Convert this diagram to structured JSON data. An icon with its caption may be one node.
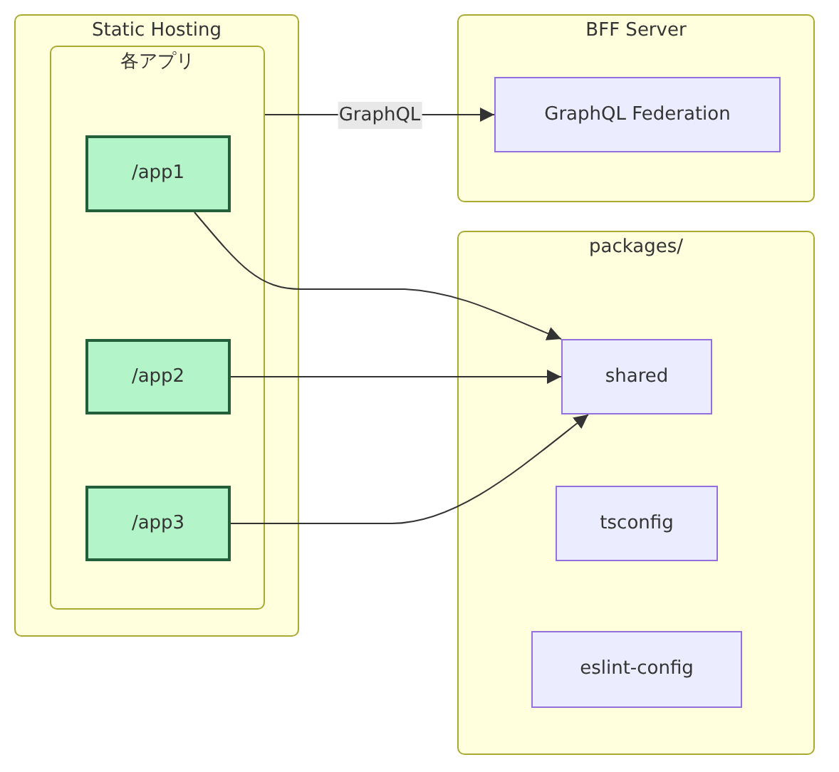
{
  "diagram": {
    "nodes": [
      {
        "text": [
          "Static Hosting"
        ]
      },
      {
        "text": [
          "各アプリ"
        ],
        "in": 0
      },
      {
        "text": [
          "/app1"
        ],
        "in": 1
      },
      {
        "text": [
          "/app2"
        ],
        "in": 1
      },
      {
        "text": [
          "/app3"
        ],
        "in": 1
      },
      {
        "text": [
          "BFF Server"
        ]
      },
      {
        "text": [
          "GraphQL Federation"
        ],
        "in": 5
      },
      {
        "text": [
          "packages/"
        ]
      },
      {
        "text": [
          "shared"
        ],
        "in": 7
      },
      {
        "text": [
          "tsconfig"
        ],
        "in": 7
      },
      {
        "text": [
          "eslint-config"
        ],
        "in": 7
      }
    ],
    "edges": [
      {
        "from": 1,
        "to": 6,
        "arrow": "to",
        "label": "GraphQL"
      },
      {
        "from": 2,
        "to": 8,
        "arrow": "to"
      },
      {
        "from": 3,
        "to": 8,
        "arrow": "to"
      },
      {
        "from": 4,
        "to": 8,
        "arrow": "to"
      }
    ]
  }
}
